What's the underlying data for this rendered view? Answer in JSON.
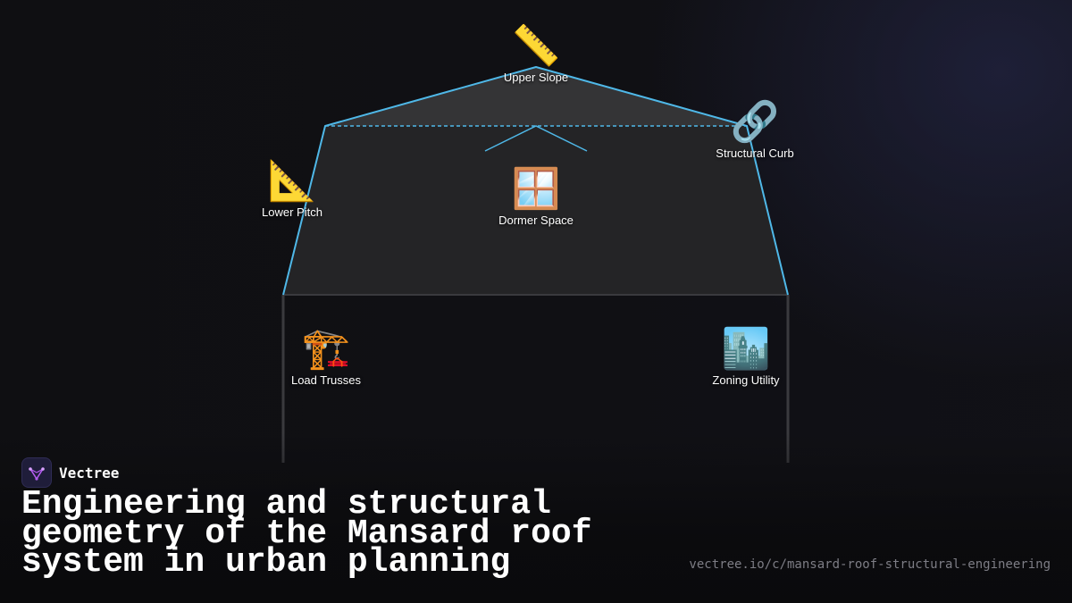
{
  "brand": {
    "name": "Vectree"
  },
  "title": "Engineering and structural geometry of the Mansard roof system in urban planning",
  "url": "vectree.io/c/mansard-roof-structural-engineering",
  "colors": {
    "background": "#0f0f12",
    "roof_outline": "#4fb8e8",
    "roof_fill_upper": "#343436",
    "roof_fill_lower": "#242426",
    "wall": "#3a3a3e",
    "brand_accent": "#b45cf0"
  },
  "nodes": {
    "upper_slope": {
      "label": "Upper Slope",
      "icon": "straight-ruler",
      "glyph": "📏"
    },
    "structural_curb": {
      "label": "Structural Curb",
      "icon": "link",
      "glyph": "🔗"
    },
    "lower_pitch": {
      "label": "Lower Pitch",
      "icon": "triangular-ruler",
      "glyph": "📐"
    },
    "dormer_space": {
      "label": "Dormer Space",
      "icon": "window",
      "glyph": "🪟"
    },
    "load_trusses": {
      "label": "Load Trusses",
      "icon": "construction-crane",
      "glyph": "🏗️"
    },
    "zoning_utility": {
      "label": "Zoning Utility",
      "icon": "cityscape",
      "glyph": "🏙️"
    }
  }
}
